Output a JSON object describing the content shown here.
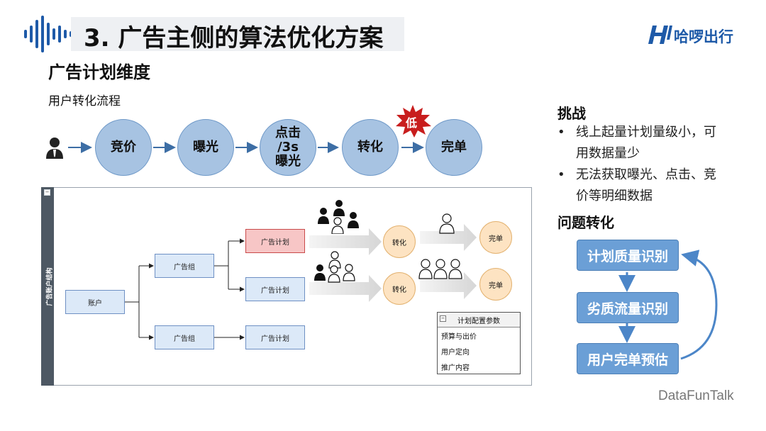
{
  "header": {
    "title": "3. 广告主侧的算法优化方案",
    "logo_text": "哈啰出行",
    "brand_color": "#1e5aa8"
  },
  "section": {
    "heading": "广告计划维度",
    "flow_label": "用户转化流程"
  },
  "flow": {
    "steps": [
      "竞价",
      "曝光",
      "点击\n/3s\n曝光",
      "转化",
      "完单"
    ],
    "burst_label": "低",
    "icons": [
      "user-icon"
    ]
  },
  "structure": {
    "side_label": "广告账户结构",
    "account": "账户",
    "group1": "广告组",
    "group2": "广告组",
    "plan_red": "广告计划",
    "plan2": "广告计划",
    "plan3": "广告计划",
    "convert1": "转化",
    "convert2": "转化",
    "done1": "完单",
    "done2": "完单",
    "config": {
      "title": "计划配置参数",
      "items": [
        "预算与出价",
        "用户定向",
        "推广内容"
      ]
    }
  },
  "right": {
    "challenge_title": "挑战",
    "challenges": [
      [
        "线上起量计划量级小，可",
        "用数据量少"
      ],
      [
        "无法获取曝光、点击、竞",
        "价等明细数据"
      ]
    ],
    "problem_title": "问题转化",
    "steps": [
      "计划质量识别",
      "劣质流量识别",
      "用户完单预估"
    ]
  },
  "footer": {
    "watermark": "DataFunTalk"
  }
}
